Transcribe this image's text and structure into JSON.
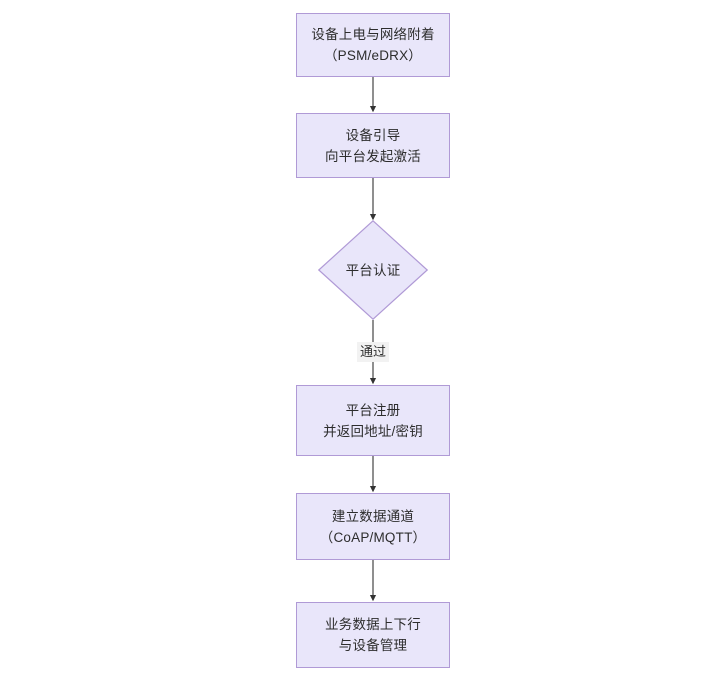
{
  "diagram": {
    "type": "flowchart",
    "orientation": "top-to-bottom",
    "background_color": "#ffffff",
    "node_fill_color": "#e9e6fa",
    "node_border_color": "#b09ad6",
    "node_text_color": "#2d2d2d",
    "edge_color": "#333333",
    "edge_label_background": "#f2f2f2",
    "nodes": [
      {
        "id": "n1",
        "shape": "rectangle",
        "label": "设备上电与网络附着\n（PSM/eDRX）",
        "line1": "设备上电与网络附着",
        "line2": "（PSM/eDRX）"
      },
      {
        "id": "n2",
        "shape": "rectangle",
        "label": "设备引导\n向平台发起激活",
        "line1": "设备引导",
        "line2": "向平台发起激活"
      },
      {
        "id": "n3",
        "shape": "diamond",
        "label": "平台认证",
        "line1": "平台认证",
        "line2": ""
      },
      {
        "id": "n4",
        "shape": "rectangle",
        "label": "平台注册\n并返回地址/密钥",
        "line1": "平台注册",
        "line2": "并返回地址/密钥"
      },
      {
        "id": "n5",
        "shape": "rectangle",
        "label": "建立数据通道\n（CoAP/MQTT）",
        "line1": "建立数据通道",
        "line2": "（CoAP/MQTT）"
      },
      {
        "id": "n6",
        "shape": "rectangle",
        "label": "业务数据上下行\n与设备管理",
        "line1": "业务数据上下行",
        "line2": "与设备管理"
      }
    ],
    "edges": [
      {
        "id": "e1",
        "from": "n1",
        "to": "n2",
        "label": ""
      },
      {
        "id": "e2",
        "from": "n2",
        "to": "n3",
        "label": ""
      },
      {
        "id": "e3",
        "from": "n3",
        "to": "n4",
        "label": "通过"
      },
      {
        "id": "e4",
        "from": "n4",
        "to": "n5",
        "label": ""
      },
      {
        "id": "e5",
        "from": "n5",
        "to": "n6",
        "label": ""
      }
    ]
  }
}
